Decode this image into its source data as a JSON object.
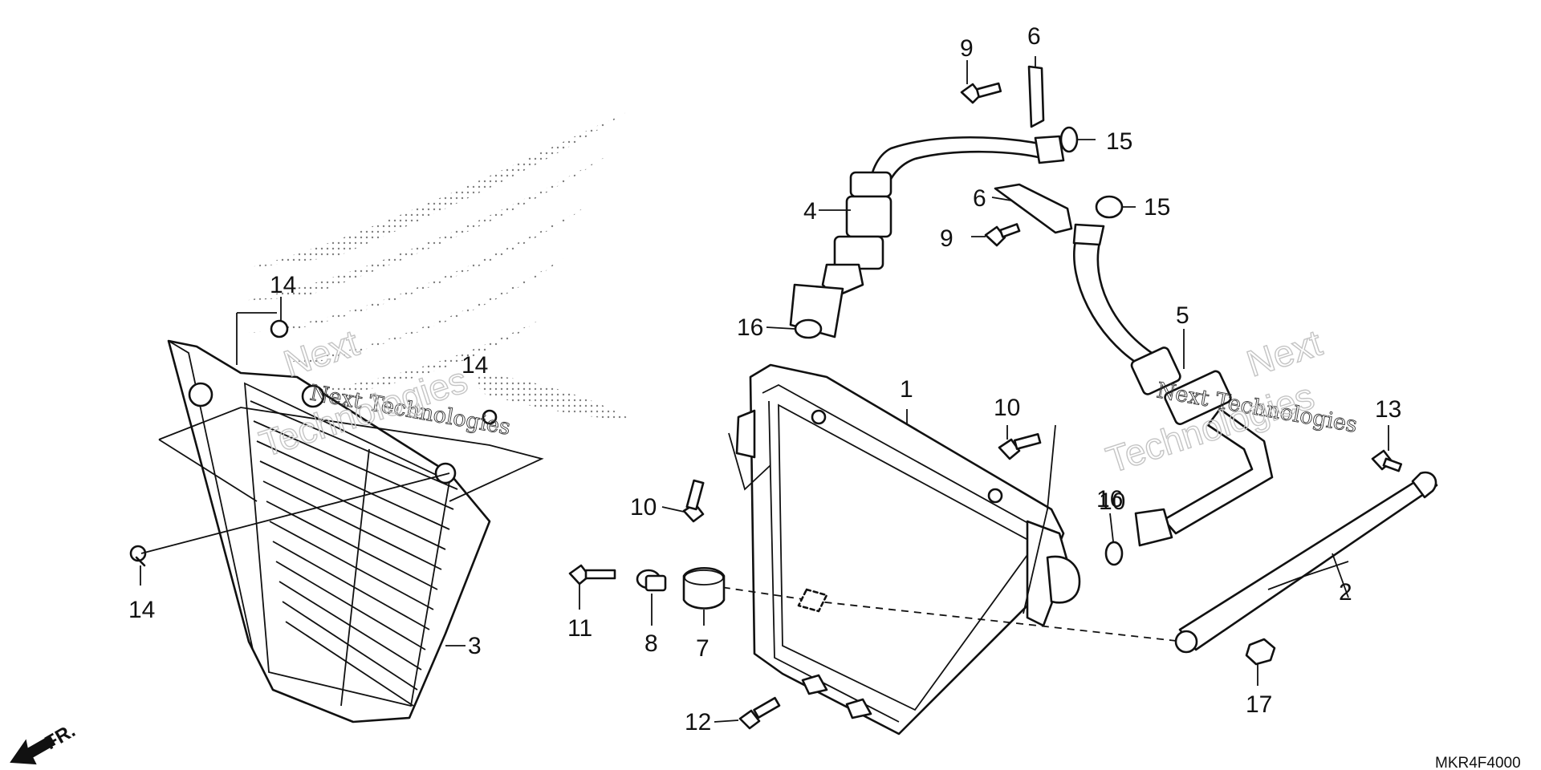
{
  "callouts": [
    "1",
    "2",
    "3",
    "4",
    "5",
    "6",
    "6",
    "7",
    "8",
    "9",
    "9",
    "10",
    "10",
    "10",
    "11",
    "12",
    "13",
    "14",
    "14",
    "14",
    "15",
    "15",
    "16",
    "16",
    "17"
  ],
  "diagram_code": "MKR4F4000",
  "watermark": {
    "company": "Next Technologies",
    "line_top": "Next",
    "line_bottom": "Technologies"
  },
  "front_indicator": "FR."
}
